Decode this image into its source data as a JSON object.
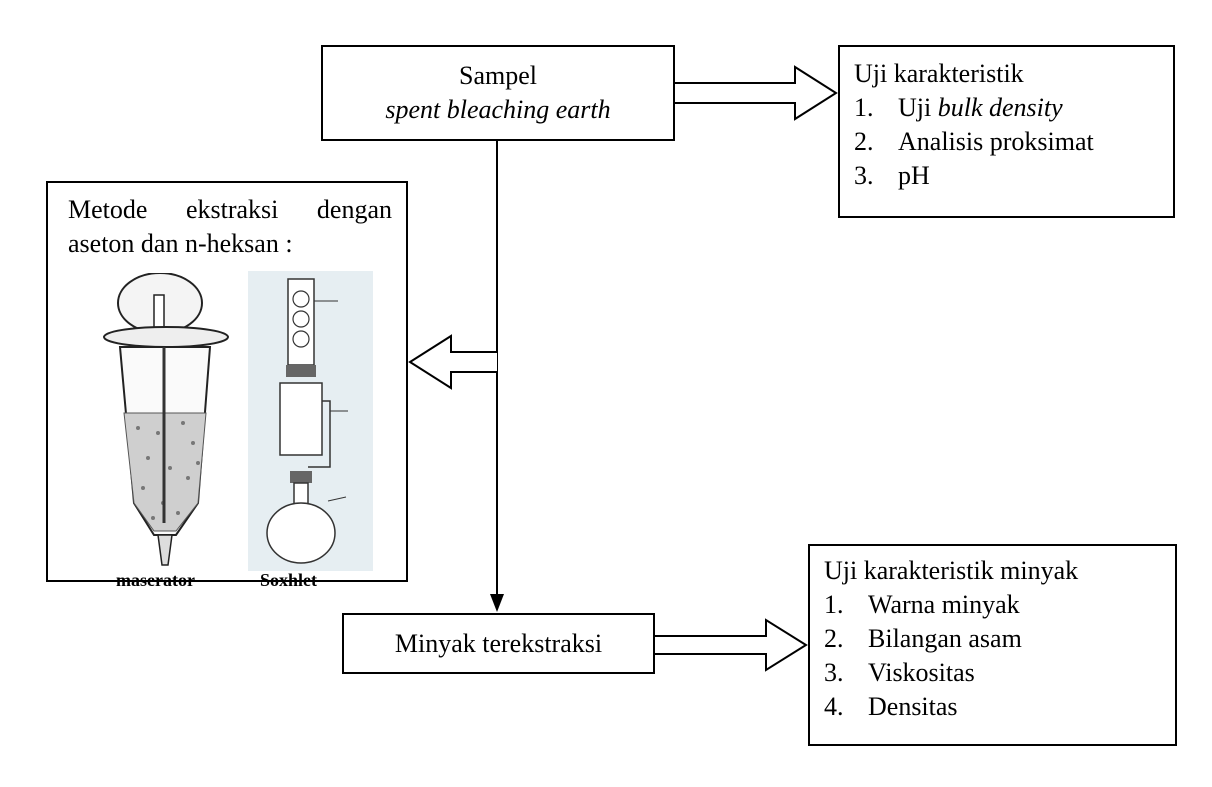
{
  "sample": {
    "line1": "Sampel",
    "line2": "spent bleaching earth"
  },
  "characteristics": {
    "title": "Uji karakteristik",
    "items": [
      {
        "num": "1.",
        "text": "Uji ",
        "em": "bulk density"
      },
      {
        "num": "2.",
        "text": "Analisis proksimat",
        "em": ""
      },
      {
        "num": "3.",
        "text": "pH",
        "em": ""
      }
    ]
  },
  "method": {
    "line1": "Metode ekstraksi dengan",
    "line2": "aseton dan n-heksan :",
    "apparatus1": "maserator",
    "apparatus2": "Soxhlet"
  },
  "oil": {
    "label": "Minyak terekstraksi"
  },
  "oil_characteristics": {
    "title": "Uji karakteristik minyak",
    "items": [
      {
        "num": "1.",
        "text": "Warna minyak"
      },
      {
        "num": "2.",
        "text": "Bilangan asam"
      },
      {
        "num": "3.",
        "text": "Viskositas"
      },
      {
        "num": "4.",
        "text": "Densitas"
      }
    ]
  }
}
